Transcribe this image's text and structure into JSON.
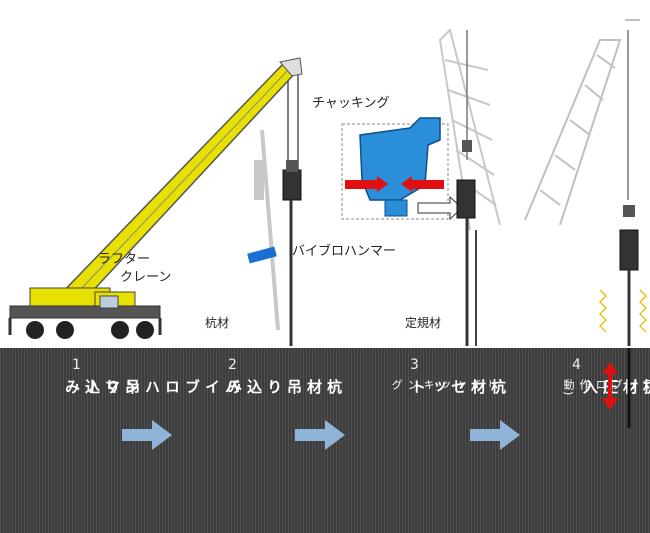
{
  "labels": {
    "chacking": "チャッキング",
    "rafter_line1": "ラフター",
    "rafter_line2": "クレーン",
    "vibro_hammer": "バイブロハンマー",
    "pile": "杭材",
    "guide": "定規材"
  },
  "steps": [
    {
      "num": "1",
      "line1": "バイブロハンマー",
      "line2": "吊り込み"
    },
    {
      "num": "2",
      "line1": "杭材吊り込み"
    },
    {
      "num": "3",
      "line1": "杭材セット",
      "line2": "~チャッキング"
    },
    {
      "num": "4",
      "line1": "杭材圧入",
      "line2": "(バイブロ作動)"
    }
  ],
  "colors": {
    "crane_yellow": "#e8e000",
    "hammer_blue": "#2a8fd8",
    "ground_dark": "#3c3c3c",
    "step_arrow": "#8fb4d8",
    "press_arrow": "#e01010",
    "vibration": "#f0c020"
  }
}
